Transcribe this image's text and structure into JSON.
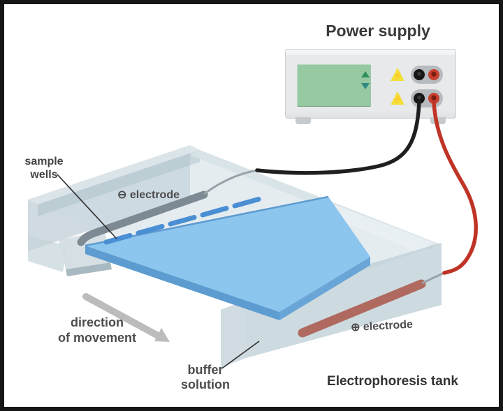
{
  "diagram": {
    "power_supply": {
      "title": "Power supply",
      "warning_symbol": "⚡",
      "screen_color": "#96c8a2",
      "body_color": "#e8eaec",
      "socket_black": "#161616",
      "socket_red": "#c8402f"
    },
    "labels": {
      "sample_wells_line1": "sample",
      "sample_wells_line2": "wells",
      "negative_electrode": "⊖ electrode",
      "positive_electrode": "⊕ electrode",
      "direction_line1": "direction",
      "direction_line2": "of movement",
      "buffer_line1": "buffer",
      "buffer_line2": "solution",
      "tank": "Electrophoresis tank"
    },
    "colors": {
      "gel": "#8cc5ee",
      "gel_edge": "#5d9cd0",
      "tank_body": "#c7d5dc",
      "negative_electrode_bar": "#7d8a93",
      "positive_electrode_bar": "#ad6055",
      "black_wire": "#1f1f1f",
      "red_wire": "#bf3426",
      "direction_arrow": "#bcbcbc",
      "sample_well": "#4a8fd4"
    },
    "sample_well_count": 5
  }
}
